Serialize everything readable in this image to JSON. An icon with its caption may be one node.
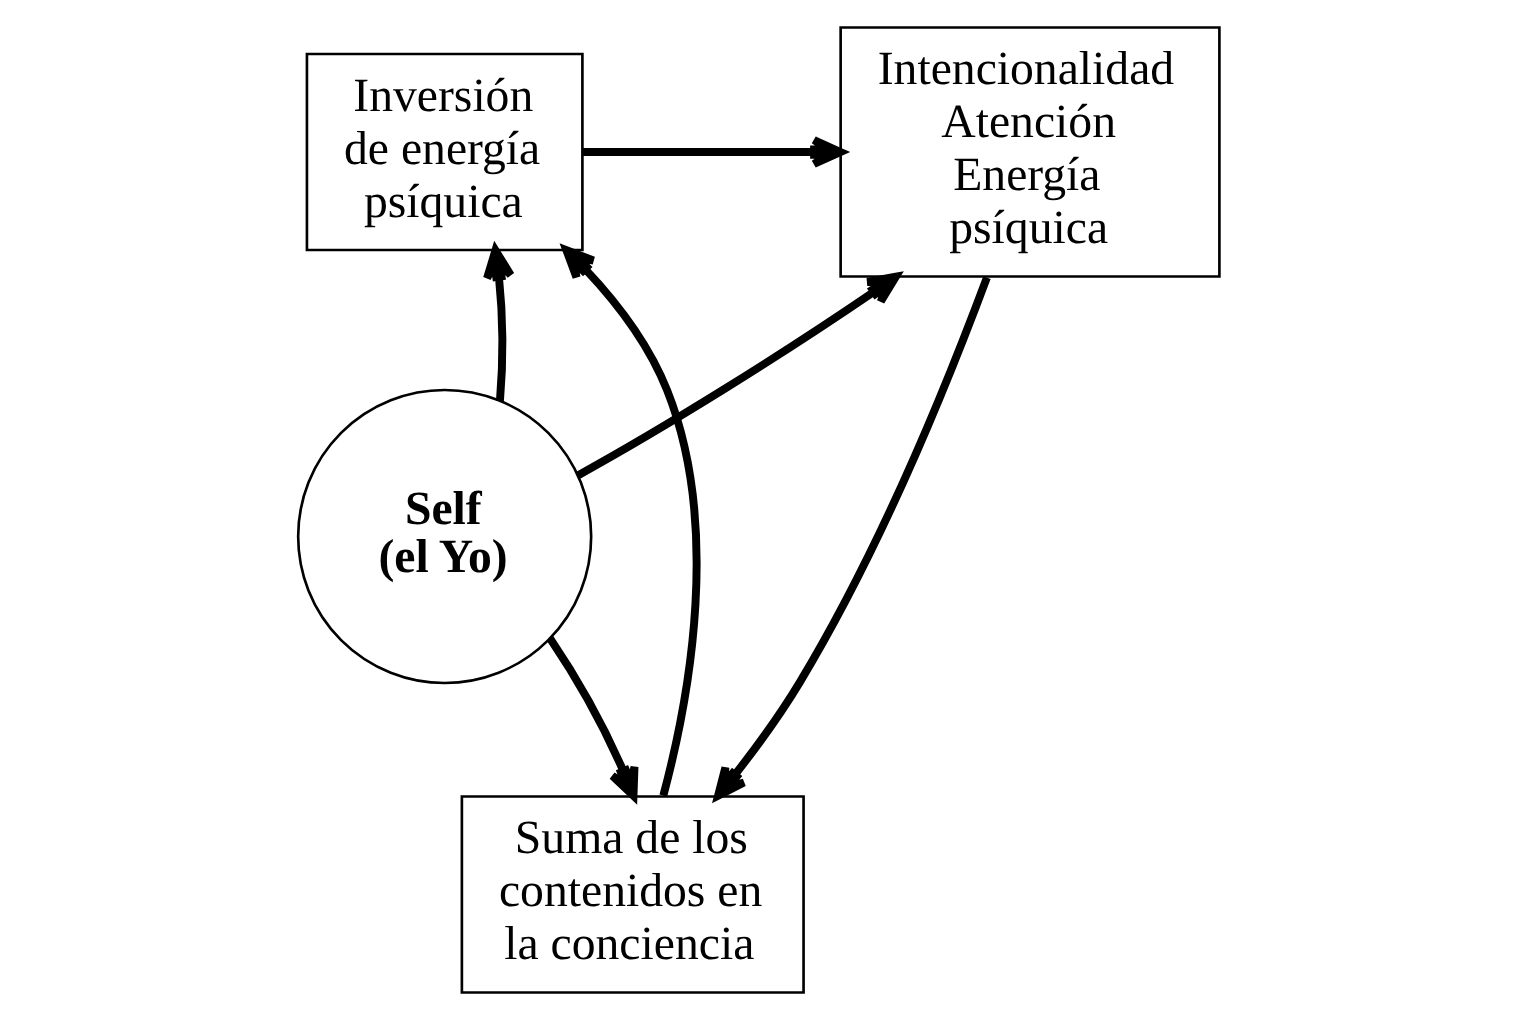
{
  "diagram": {
    "nodes": [
      {
        "text": [
          "Inversión de energía psíquica"
        ]
      },
      {
        "text": [
          "Intencionalidad Atención Energía psíquica"
        ]
      },
      {
        "text": [
          "Self (el Yo)"
        ]
      },
      {
        "text": [
          "Suma de los contenidos en la conciencia"
        ]
      }
    ],
    "edges": [
      {
        "from": 0,
        "to": 1,
        "arrow": "to"
      },
      {
        "from": 1,
        "to": 3,
        "arrow": "to"
      },
      {
        "from": 3,
        "to": 0,
        "arrow": "to"
      },
      {
        "from": 2,
        "to": 0,
        "arrow": "to"
      },
      {
        "from": 2,
        "to": 1,
        "arrow": "to"
      },
      {
        "from": 2,
        "to": 3,
        "arrow": "to"
      }
    ]
  }
}
